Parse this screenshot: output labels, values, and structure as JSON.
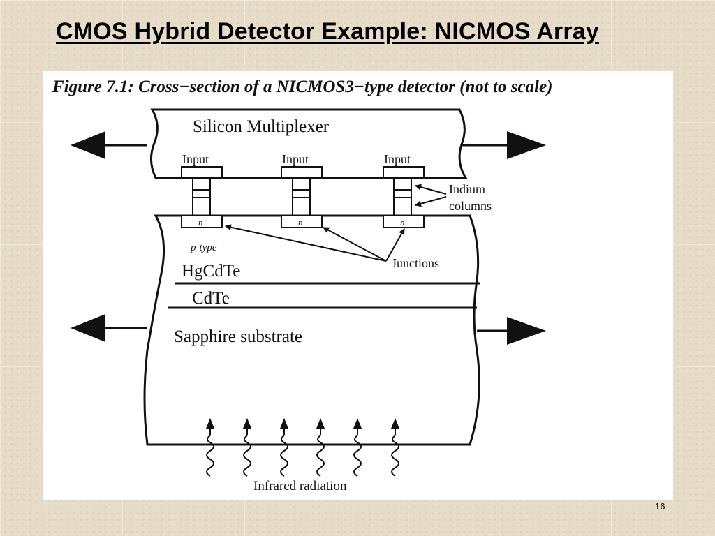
{
  "slide": {
    "title": "CMOS Hybrid Detector Example: NICMOS Array",
    "page_number": "16"
  },
  "figure": {
    "caption_prefix": "Figure 7.1:",
    "caption_text": " Cross−section of a NICMOS3−type detector (not to scale)",
    "labels": {
      "silicon_multiplexer": "Silicon Multiplexer",
      "input": "Input",
      "indium": "Indium",
      "columns": "columns",
      "n": "n",
      "p_type": "p-type",
      "junctions": "Junctions",
      "hgcdte": "HgCdTe",
      "cdte": "CdTe",
      "sapphire": "Sapphire substrate",
      "infrared": "Infrared radiation"
    }
  }
}
